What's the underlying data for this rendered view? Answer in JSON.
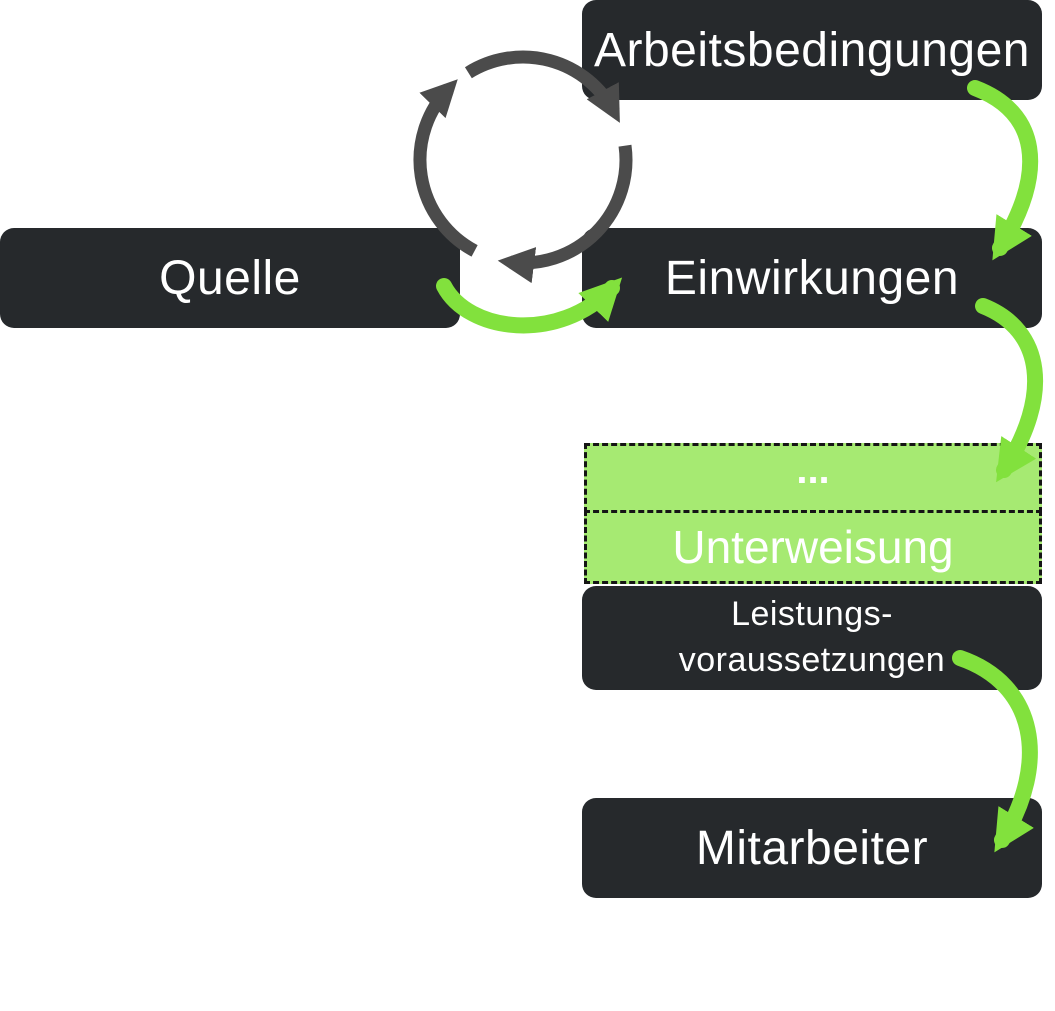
{
  "boxes": {
    "arbeitsbedingungen": "Arbeitsbedingungen",
    "quelle": "Quelle",
    "einwirkungen": "Einwirkungen",
    "ellipsis": "...",
    "unterweisung": "Unterweisung",
    "leistungsvoraussetzungen_line1": "Leistungs-",
    "leistungsvoraussetzungen_line2": "voraussetzungen",
    "mitarbeiter": "Mitarbeiter"
  },
  "colors": {
    "dark_box": "#26292c",
    "green_box": "#a6ea72",
    "arrow_green": "#82e13d",
    "arrow_gray": "#4b4b4b",
    "dashed_border": "#151515",
    "box_text": "#ffffff"
  }
}
